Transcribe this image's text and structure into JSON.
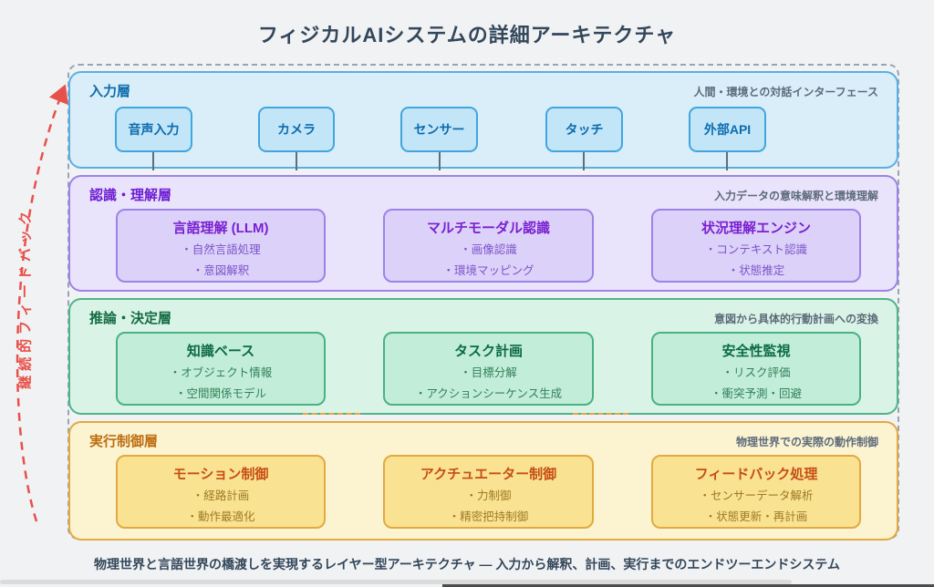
{
  "title": "フィジカルAIシステムの詳細アーキテクチャ",
  "feedback": {
    "label": "継続的フィードバック"
  },
  "layers": {
    "input": {
      "label": "入力層",
      "note": "人間・環境との対話インターフェース",
      "nodes": [
        "音声入力",
        "カメラ",
        "センサー",
        "タッチ",
        "外部API"
      ]
    },
    "recognition": {
      "label": "認識・理解層",
      "note": "入力データの意味解釈と環境理解",
      "boxes": [
        {
          "title": "言語理解 (LLM)",
          "items": [
            "・自然言語処理",
            "・意図解釈"
          ]
        },
        {
          "title": "マルチモーダル認識",
          "items": [
            "・画像認識",
            "・環境マッピング"
          ]
        },
        {
          "title": "状況理解エンジン",
          "items": [
            "・コンテキスト認識",
            "・状態推定"
          ]
        }
      ]
    },
    "reasoning": {
      "label": "推論・決定層",
      "note": "意図から具体的行動計画への変換",
      "boxes": [
        {
          "title": "知識ベース",
          "items": [
            "・オブジェクト情報",
            "・空間関係モデル"
          ]
        },
        {
          "title": "タスク計画",
          "items": [
            "・目標分解",
            "・アクションシーケンス生成"
          ]
        },
        {
          "title": "安全性監視",
          "items": [
            "・リスク評価",
            "・衝突予測・回避"
          ]
        }
      ]
    },
    "execution": {
      "label": "実行制御層",
      "note": "物理世界での実際の動作制御",
      "boxes": [
        {
          "title": "モーション制御",
          "items": [
            "・経路計画",
            "・動作最適化"
          ]
        },
        {
          "title": "アクチュエーター制御",
          "items": [
            "・力制御",
            "・精密把持制御"
          ]
        },
        {
          "title": "フィードバック処理",
          "items": [
            "・センサーデータ解析",
            "・状態更新・再計画"
          ]
        }
      ]
    }
  },
  "caption": "物理世界と言語世界の橋渡しを実現するレイヤー型アーキテクチャ — 入力から解釈、計画、実行までのエンドツーエンドシステム",
  "colors": {
    "background": "#f1f2f4",
    "title_text": "#33475b",
    "feedback_red": "#e8514a",
    "input_fill": "#daeefa",
    "input_border": "#58b0e2",
    "input_text": "#0e6dad",
    "recognition_fill": "#e9e3fc",
    "recognition_border": "#9d83e6",
    "recognition_text": "#7a1fd0",
    "reasoning_fill": "#d9f4e6",
    "reasoning_border": "#49b184",
    "reasoning_text": "#0c6b42",
    "execution_fill": "#fcf3d1",
    "execution_border": "#e2aa40",
    "execution_text": "#c74e15",
    "note_text": "#5c6b7a"
  }
}
